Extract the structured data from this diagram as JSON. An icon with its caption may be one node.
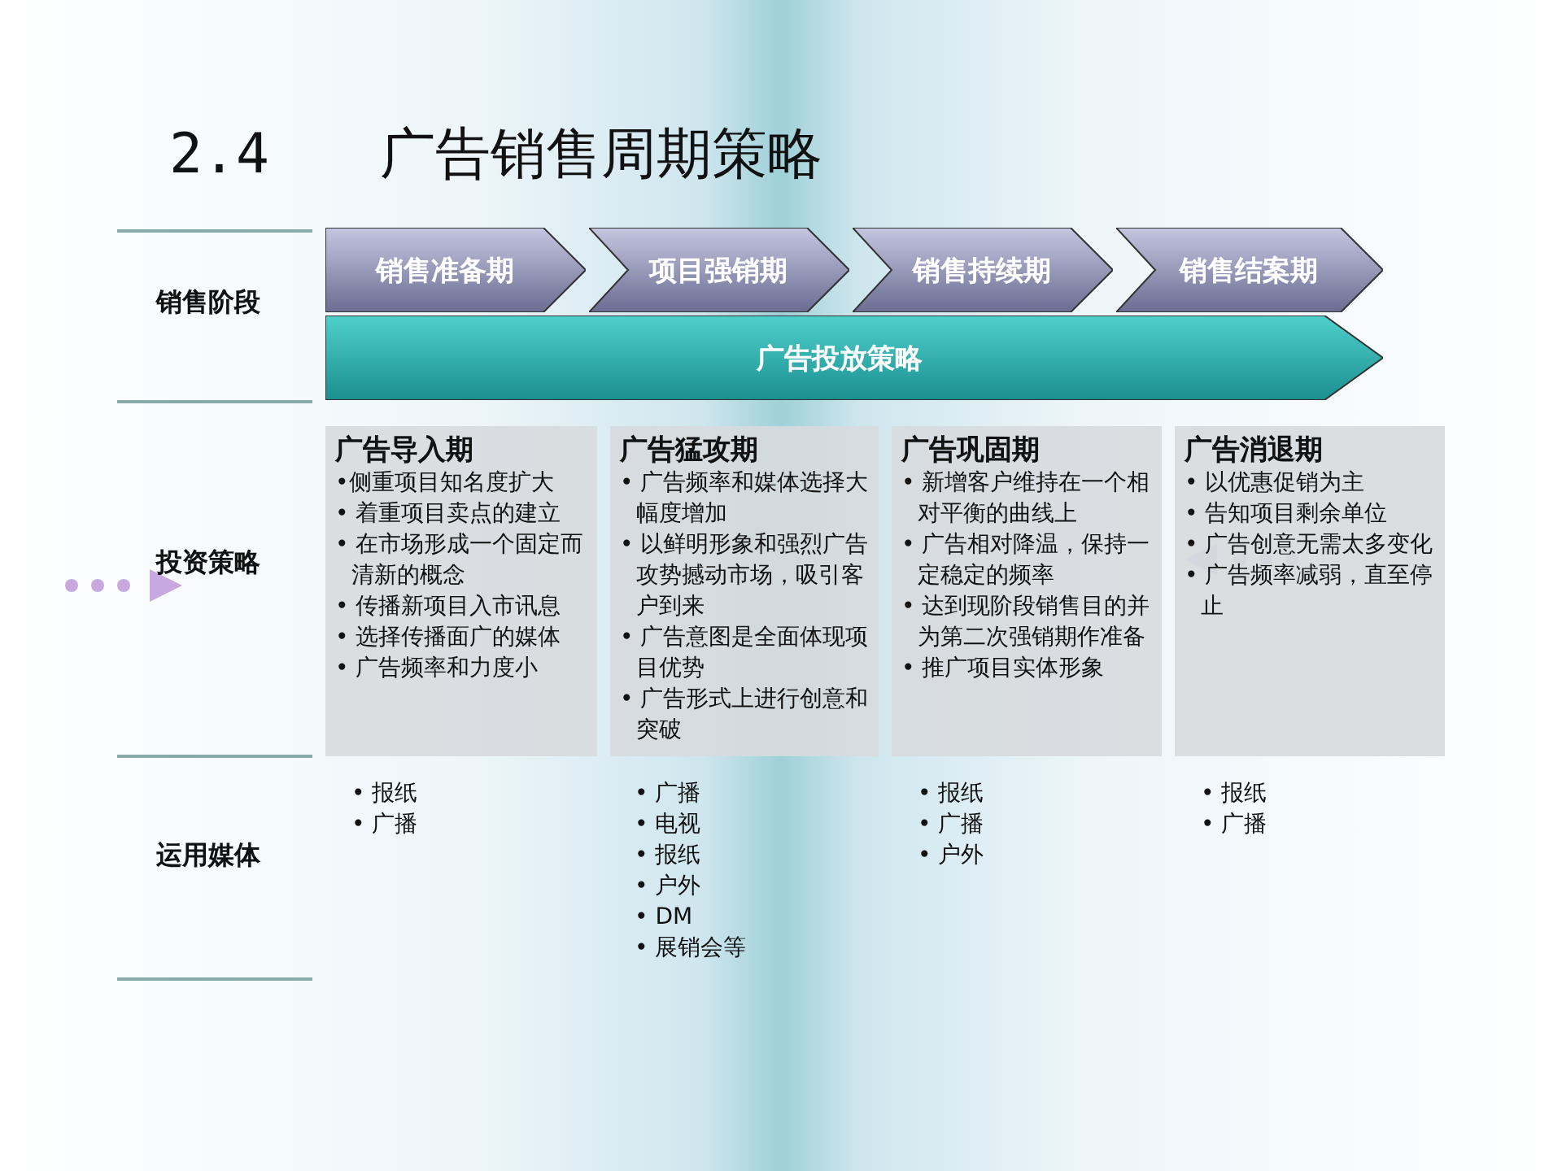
{
  "diagram": {
    "title": "2.4　　广告销售周期策略",
    "nodes": [
      {
        "text": [
          "销售准备期"
        ]
      },
      {
        "text": [
          "项目强销期"
        ]
      },
      {
        "text": [
          "销售持续期"
        ]
      },
      {
        "text": [
          "销售结案期"
        ]
      },
      {
        "text": [
          "广告投放策略"
        ]
      },
      {
        "text": [
          "广告导入期",
          "•侧重项目知名度扩大",
          "• 着重项目卖点的建立",
          "• 在市场形成一个固定而清新的概念",
          "• 传播新项目入市讯息",
          "• 选择传播面广的媒体",
          "• 广告频率和力度小"
        ]
      },
      {
        "text": [
          "广告猛攻期",
          "• 广告频率和媒体选择大幅度增加",
          "• 以鲜明形象和强烈广告攻势撼动市场，吸引客户到来",
          "• 广告意图是全面体现项目优势",
          "• 广告形式上进行创意和突破"
        ]
      },
      {
        "text": [
          "广告巩固期",
          "• 新增客户维持在一个相对平衡的曲线上",
          "• 广告相对降温，保持一定稳定的频率",
          "• 达到现阶段销售目的并为第二次强销期作准备",
          "• 推广项目实体形象"
        ]
      },
      {
        "text": [
          "广告消退期",
          "• 以优惠促销为主",
          "• 告知项目剩余单位",
          "• 广告创意无需太多变化",
          "• 广告频率减弱，直至停止"
        ]
      }
    ],
    "labels": [
      "销售阶段",
      "投资策略",
      "运用媒体",
      "• 报纸",
      "• 广播",
      "• 广播",
      "• 电视",
      "• 报纸",
      "• 户外",
      "• DM",
      "• 展销会等",
      "• 报纸",
      "• 广播",
      "• 户外",
      "• 报纸",
      "• 广播"
    ]
  }
}
